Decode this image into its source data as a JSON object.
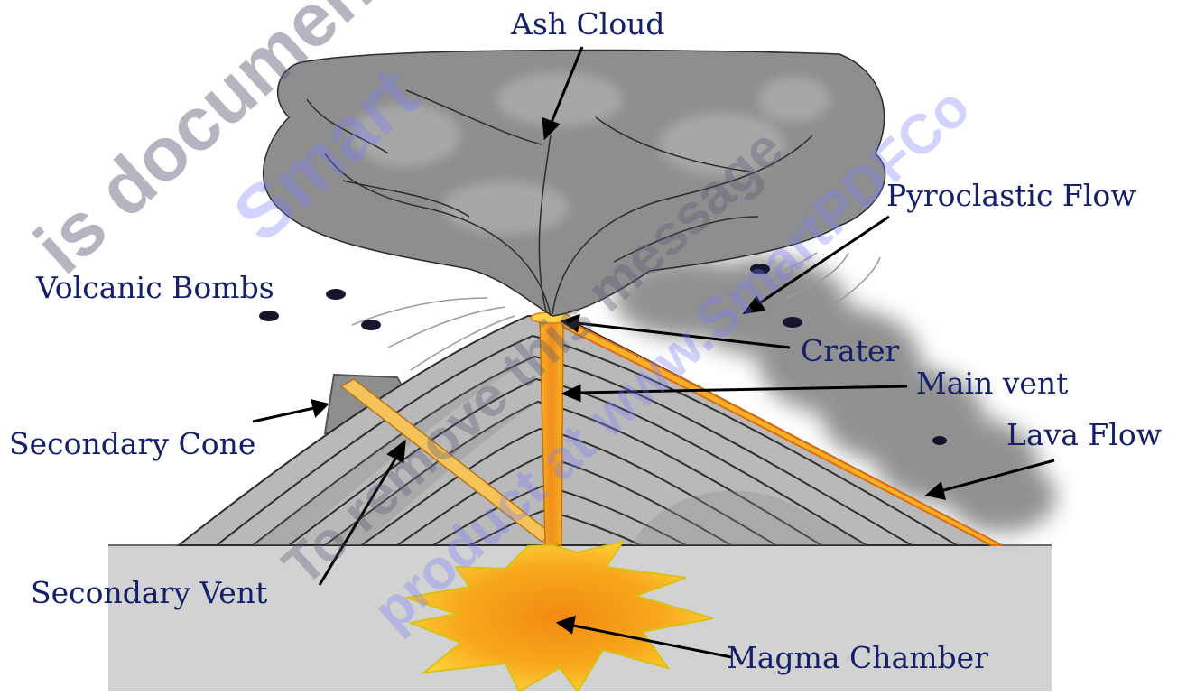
{
  "labels": {
    "ash_cloud": "Ash Cloud",
    "pyroclastic_flow": "Pyroclastic Flow",
    "volcanic_bombs": "Volcanic Bombs",
    "crater": "Crater",
    "main_vent": "Main vent",
    "secondary_cone": "Secondary Cone",
    "lava_flow": "Lava Flow",
    "secondary_vent": "Secondary Vent",
    "magma_chamber": "Magma Chamber"
  },
  "watermark": {
    "line1": "is document",
    "line2": "Smart",
    "line3": "To remove this message",
    "line4": "product at www.SmartPDFCo"
  },
  "colors": {
    "label_text": "#15206b",
    "magma": "#f7a81b",
    "lava_edge": "#e06c0c",
    "ash": "#8d8d8d",
    "rock_layer": "#b8b8b8",
    "ground": "#cfcfcf",
    "watermark": "#7878ff"
  }
}
